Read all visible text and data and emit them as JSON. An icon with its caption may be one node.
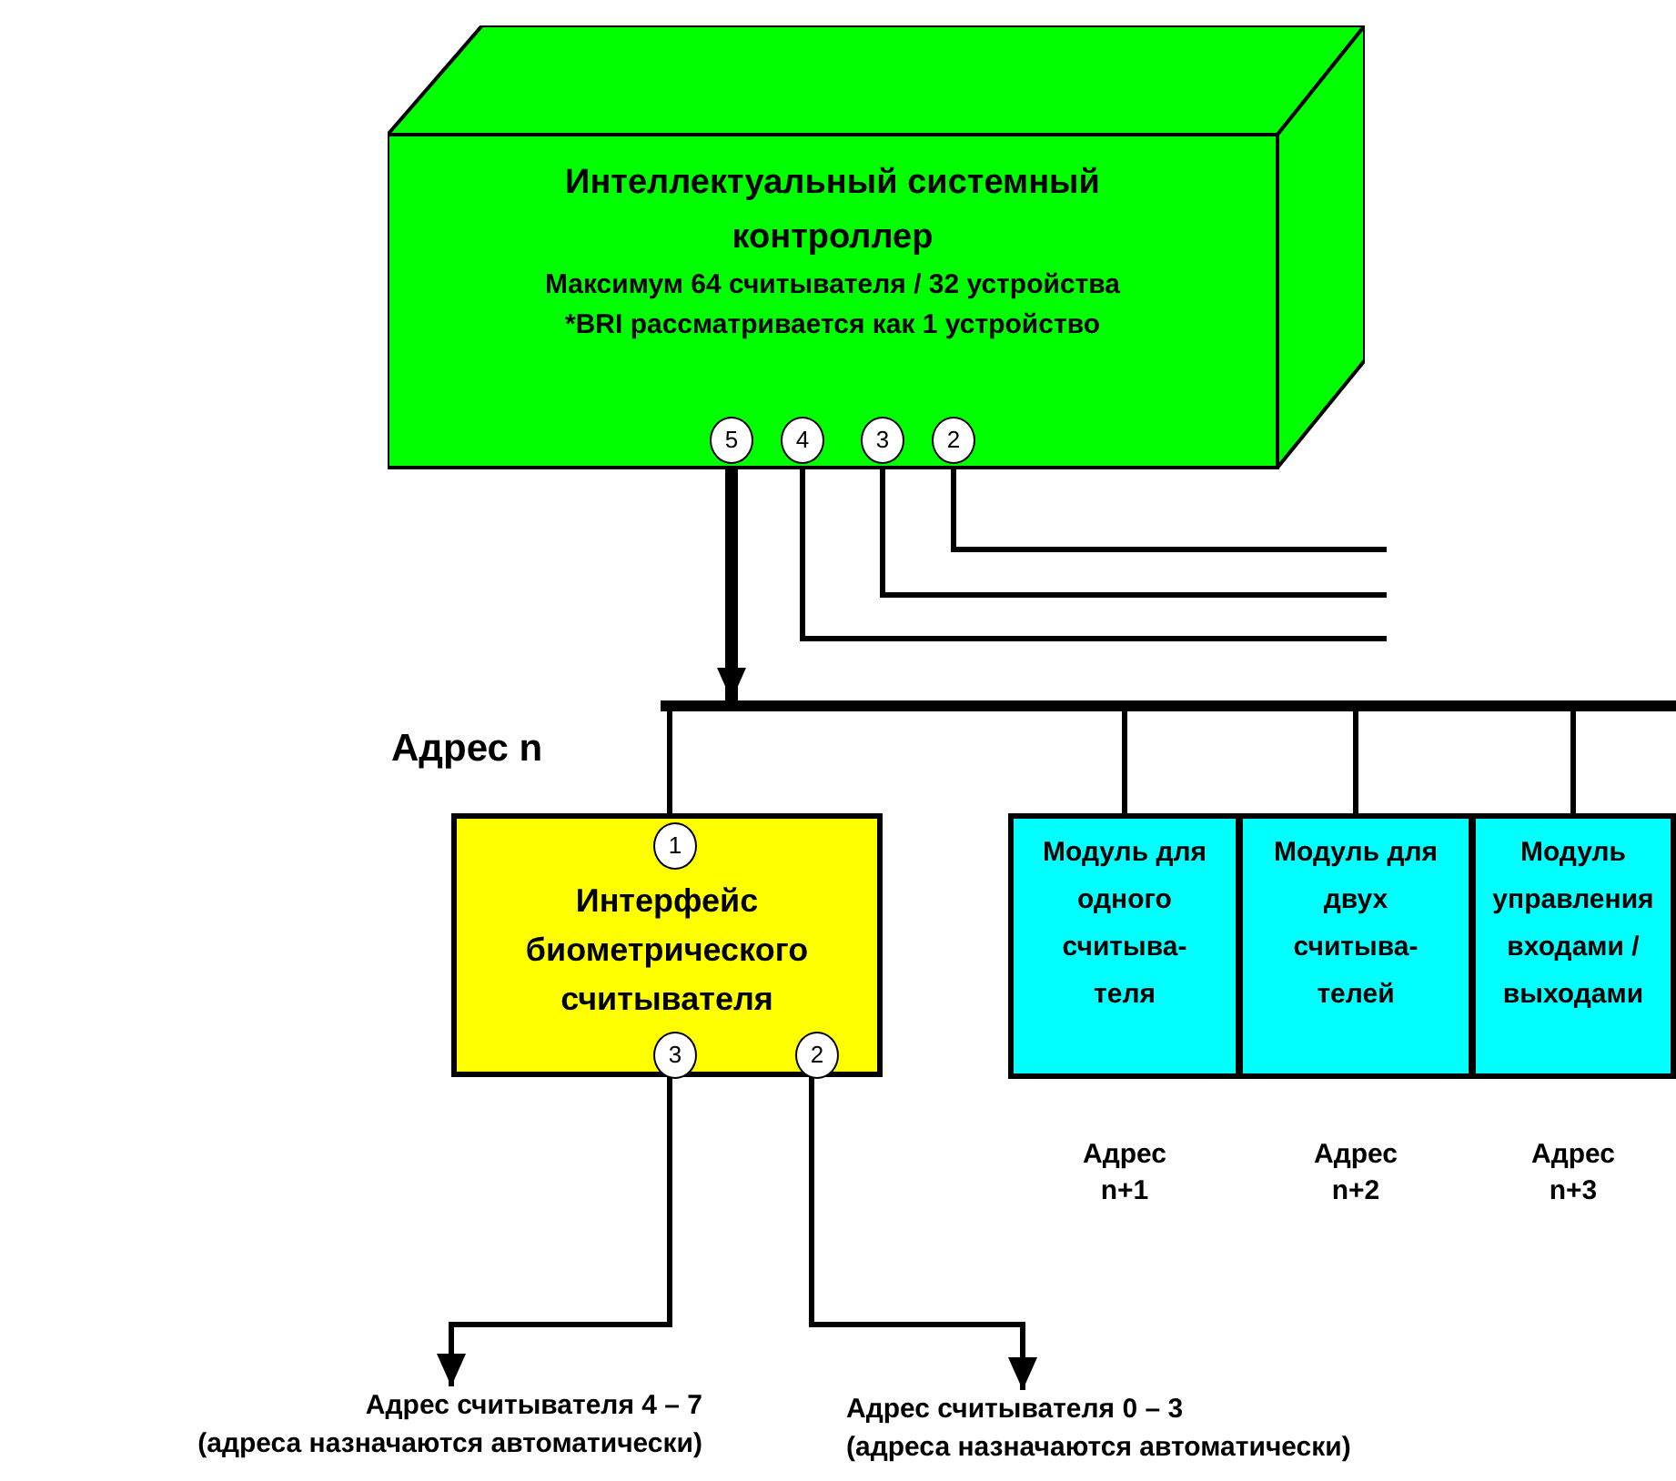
{
  "diagram": {
    "nodes": [
      {
        "text": [
          "Интеллектуальный системный контроллер",
          "Максимум 64 считывателя / 32 устройства",
          "*BRI рассматривается как 1 устройство"
        ]
      },
      {
        "text": [
          "5"
        ],
        "in": 0
      },
      {
        "text": [
          "4"
        ],
        "in": 0
      },
      {
        "text": [
          "3"
        ],
        "in": 0
      },
      {
        "text": [
          "2"
        ],
        "in": 0
      },
      {
        "text": [],
        "shape": "bar"
      },
      {
        "text": [
          "Интерфейс биометрического считывателя"
        ]
      },
      {
        "text": [
          "1"
        ],
        "in": 6
      },
      {
        "text": [
          "3"
        ],
        "in": 6
      },
      {
        "text": [
          "2"
        ],
        "in": 6
      },
      {
        "text": [
          "Модуль для одного считыва- теля"
        ],
        "beside": [
          "Адрес n+1"
        ]
      },
      {
        "text": [
          "Модуль для двух считыва- телей"
        ],
        "beside": [
          "Адрес n+2"
        ]
      },
      {
        "text": [
          "Модуль управления входами / выходами"
        ],
        "beside": [
          "Адрес n+3"
        ]
      },
      {
        "text": [
          "Адрес считывателя 4 – 7",
          "(адреса назначаются автоматически)"
        ]
      },
      {
        "text": [
          "Адрес считывателя 0 – 3",
          "(адреса назначаются автоматически)"
        ]
      }
    ],
    "edges": [
      {
        "from": 1,
        "to": 5,
        "arrow": "to",
        "style": "thick"
      },
      {
        "from": 2,
        "to": null,
        "arrow": "none"
      },
      {
        "from": 3,
        "to": null,
        "arrow": "none"
      },
      {
        "from": 4,
        "to": null,
        "arrow": "none"
      },
      {
        "from": 5,
        "to": 7,
        "arrow": "none"
      },
      {
        "from": 5,
        "to": 10,
        "arrow": "none"
      },
      {
        "from": 5,
        "to": 11,
        "arrow": "none"
      },
      {
        "from": 5,
        "to": 12,
        "arrow": "none"
      },
      {
        "from": 8,
        "to": 13,
        "arrow": "to"
      },
      {
        "from": 9,
        "to": 14,
        "arrow": "to"
      }
    ],
    "labels": [
      "Адрес n"
    ]
  }
}
